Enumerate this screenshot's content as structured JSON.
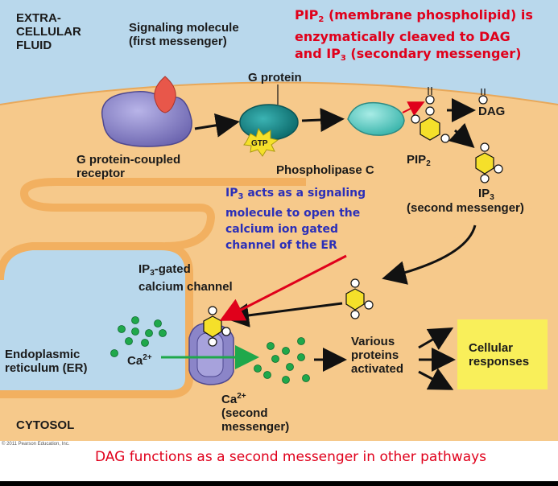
{
  "labels": {
    "extracellular_1": "EXTRA-",
    "extracellular_2": "CELLULAR",
    "extracellular_3": "FLUID",
    "signaling_1": "Signaling molecule",
    "signaling_2": "(first messenger)",
    "g_protein": "G protein",
    "gtp": "GTP",
    "gpcr_1": "G protein-coupled",
    "gpcr_2": "receptor",
    "phospholipase": "Phospholipase C",
    "pip2": "PIP",
    "pip2_sub": "2",
    "dag": "DAG",
    "ip3": "IP",
    "ip3_sub": "3",
    "second_messenger": "(second messenger)",
    "gated_1_pre": "IP",
    "gated_1_sub": "3",
    "gated_1_post": "-gated",
    "gated_2": "calcium channel",
    "er_1": "Endoplasmic",
    "er_2": "reticulum (ER)",
    "ca_a": "Ca",
    "ca_a_sup": "2+",
    "ca_b": "Ca",
    "ca_b_sup": "2+",
    "ca_b_2": "(second",
    "ca_b_3": "messenger)",
    "various_1": "Various",
    "various_2": "proteins",
    "various_3": "activated",
    "cellular_1": "Cellular",
    "cellular_2": "responses",
    "cytosol": "CYTOSOL",
    "copyright": "© 2011 Pearson Education, Inc."
  },
  "annotations": {
    "red_1_pre": "PIP",
    "red_1_sub": "2",
    "red_1_post": " (membrane phospholipid) is",
    "red_2": "enzymatically cleaved to DAG",
    "red_3_pre": "and IP",
    "red_3_sub": "3",
    "red_3_post": " (secondary messenger)",
    "blue_1_pre": "IP",
    "blue_1_sub": "3",
    "blue_1_post": " acts as a signaling",
    "blue_2": "molecule to open the",
    "blue_3": "calcium ion gated",
    "blue_4": "channel of the ER",
    "footer": "DAG functions as a second messenger in other pathways"
  },
  "colors": {
    "extracellular": "#b9d8ec",
    "membrane": "#f6c98b",
    "cytosol": "#b9d8ec",
    "receptor": "#8b85c8",
    "signal": "#e8574a",
    "g_protein": "#1a8f8f",
    "plc": "#5ac9c0",
    "hexagon": "#f5e02a",
    "calcium": "#1fa84b",
    "cell_response_box": "#f9ef5a",
    "annotation_red": "#e0001b",
    "annotation_blue": "#2b2fb8"
  }
}
